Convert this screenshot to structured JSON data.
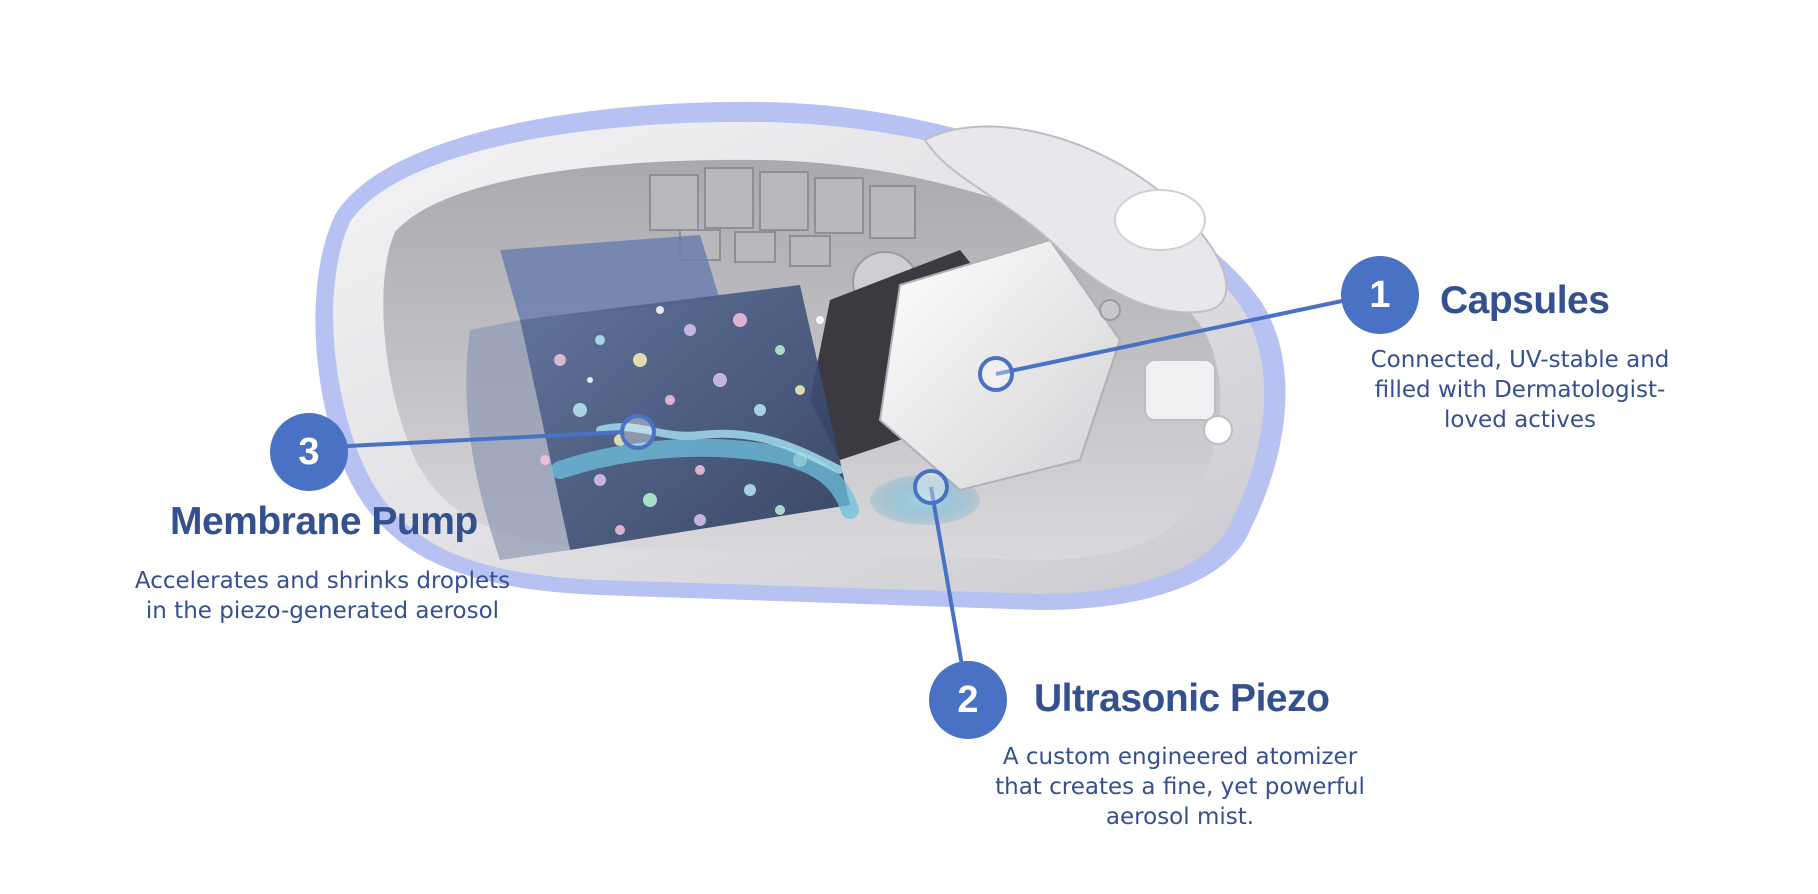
{
  "callouts": [
    {
      "number": "1",
      "title": "Capsules",
      "description_lines": [
        "Connected, UV-stable and",
        "filled with Dermatologist-",
        "loved actives"
      ]
    },
    {
      "number": "2",
      "title": "Ultrasonic Piezo",
      "description_lines": [
        "A custom engineered atomizer",
        "that creates a fine, yet powerful",
        "aerosol mist."
      ]
    },
    {
      "number": "3",
      "title": "Membrane Pump",
      "description_lines": [
        "Accelerates and shrinks droplets",
        "in the piezo-generated aerosol"
      ]
    }
  ],
  "colors": {
    "accent": "#4a72c4",
    "text": "#34508f",
    "shell_rim": "#b7c2f2"
  }
}
